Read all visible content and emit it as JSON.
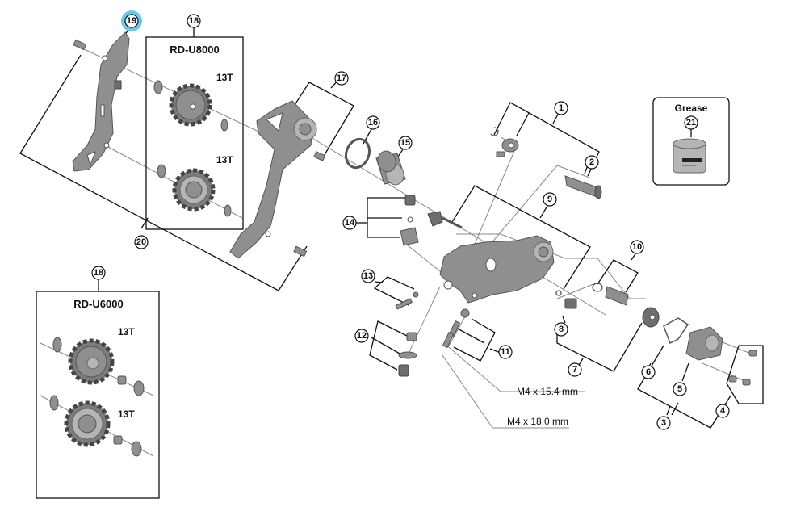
{
  "diagram": {
    "title": "Rear derailleur exploded view",
    "highlight_color": "#6ec6ea",
    "highlighted_callout": "19",
    "box_labels": {
      "rd_u8000": "RD-U8000",
      "rd_u6000": "RD-U6000",
      "grease": "Grease"
    },
    "tooth_labels": {
      "u8000_upper": "13T",
      "u8000_lower": "13T",
      "u6000_upper": "13T",
      "u6000_lower": "13T"
    },
    "dimensions": {
      "screw_a": "M4 x 15.4 mm",
      "screw_b": "M4 x 18.0 mm"
    },
    "callouts": {
      "c1": "1",
      "c2": "2",
      "c3": "3",
      "c4": "4",
      "c5": "5",
      "c6": "6",
      "c7": "7",
      "c8": "8",
      "c9": "9",
      "c10": "10",
      "c11": "11",
      "c12": "12",
      "c13": "13",
      "c14": "14",
      "c15": "15",
      "c16": "16",
      "c17": "17",
      "c18a": "18",
      "c18b": "18",
      "c19": "19",
      "c20": "20",
      "c21": "21"
    }
  }
}
